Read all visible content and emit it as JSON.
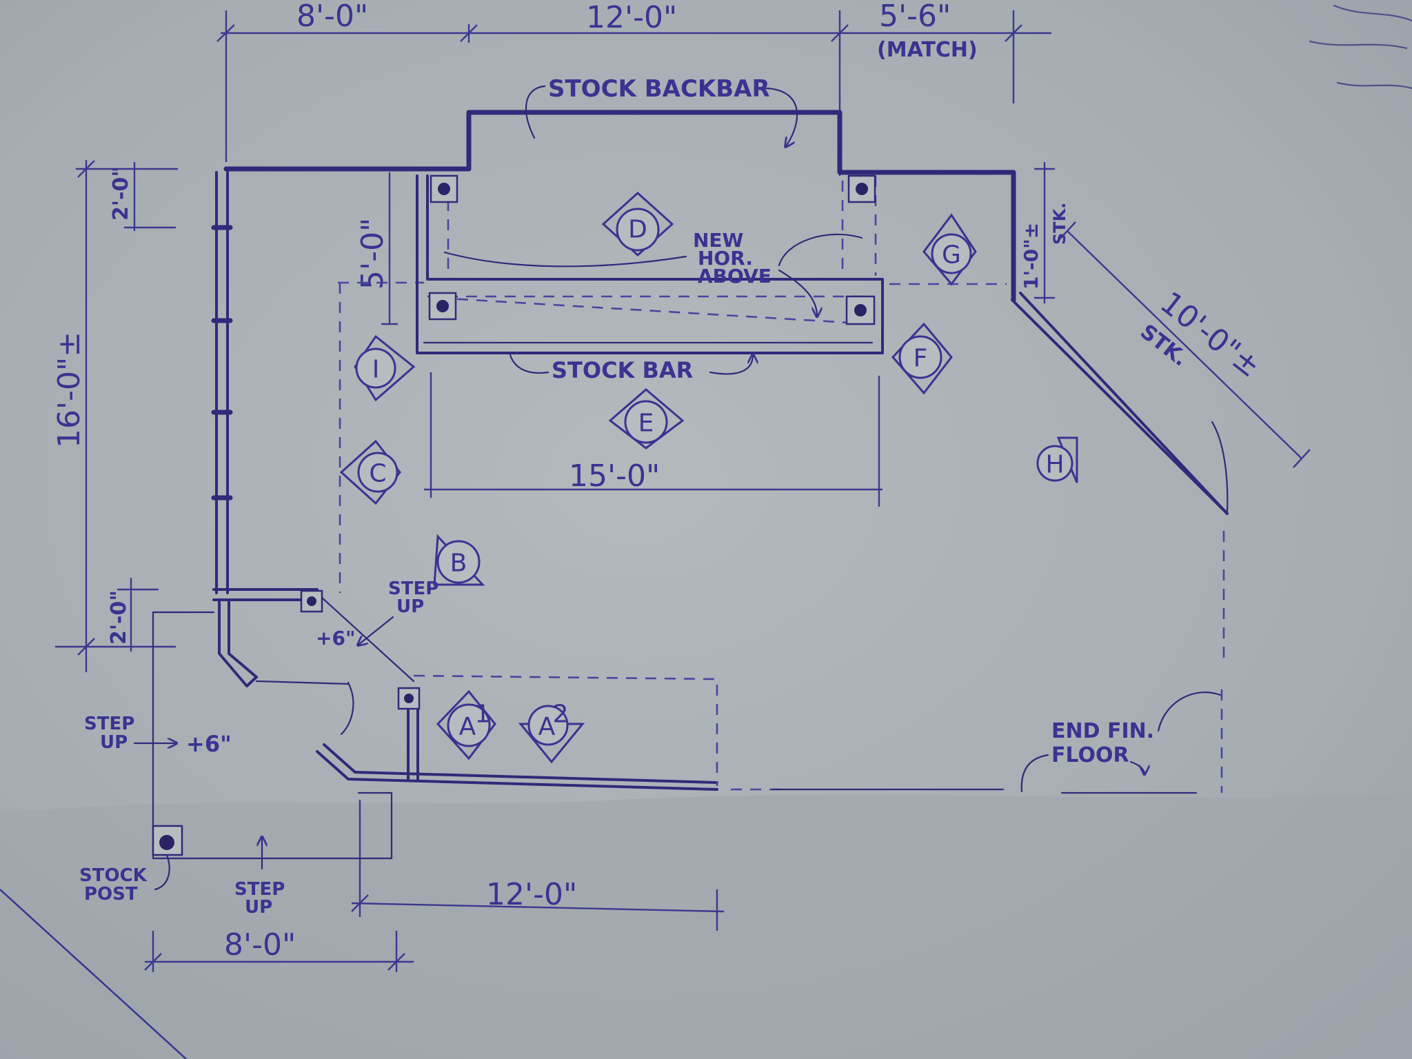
{
  "dimensions": {
    "top_left": "8'-0\"",
    "top_mid": "12'-0\"",
    "top_right": "5'-6\"",
    "top_right_note": "(MATCH)",
    "left_total": "16'-0\"±",
    "left_upper": "2'-0\"",
    "left_lower": "2'-0\"",
    "bar_depth": "5'-0\"",
    "bar_width": "15'-0\"",
    "right_short": "1'-0\"±",
    "right_short_note": "STK.",
    "diag": "10'-0\"±",
    "diag_note": "STK.",
    "bottom_mid": "12'-0\"",
    "bottom_left": "8'-0\""
  },
  "labels": {
    "stock_backbar": "STOCK BACKBAR",
    "stock_bar": "STOCK BAR",
    "new_hor_1": "NEW",
    "new_hor_2": "HOR.",
    "new_hor_3": "ABOVE",
    "step_up_1a": "STEP",
    "step_up_1b": "UP",
    "plus_six_1": "+6\"",
    "step_up_2a": "STEP",
    "step_up_2b": "UP",
    "plus_six_2": "+6\"",
    "step_up_3a": "STEP",
    "step_up_3b": "UP",
    "stock_post_1": "STOCK",
    "stock_post_2": "POST",
    "end_fin_1": "END FIN.",
    "end_fin_2": "FLOOR"
  },
  "view_tags": {
    "a1": "A",
    "a1_sup": "1",
    "a2": "A",
    "a2_sup": "2",
    "b": "B",
    "c": "C",
    "d": "D",
    "e": "E",
    "f": "F",
    "g": "G",
    "h": "H",
    "i": "I"
  },
  "colors": {
    "paper": "#a9b0b4",
    "ink": "#3a3392"
  }
}
